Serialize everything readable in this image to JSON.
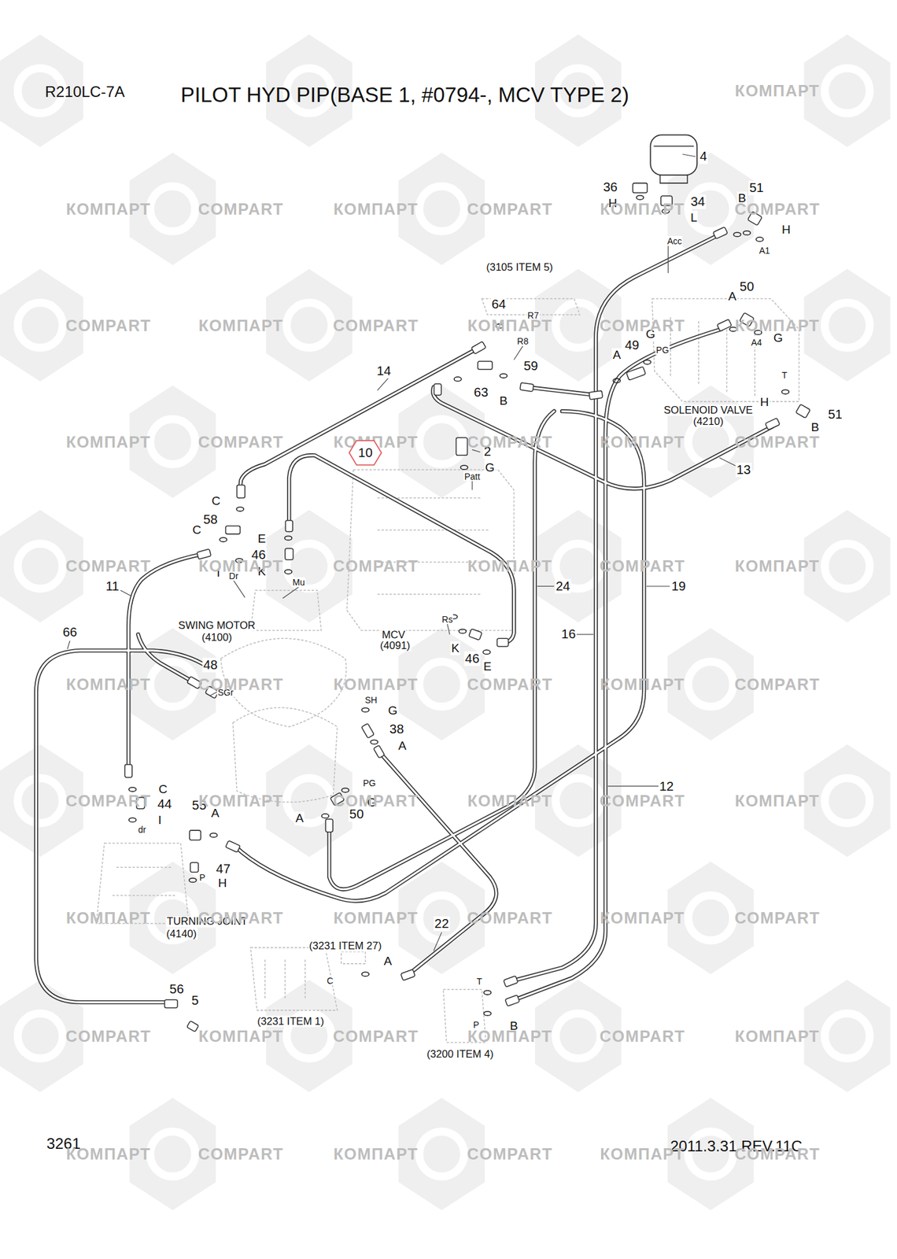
{
  "diagram": {
    "title": "PILOT HYD PIP(BASE 1, #0794-, MCV TYPE 2)",
    "nodes": [
      {
        "text": [
          "10"
        ]
      }
    ],
    "labels": [
      "R210LC-7A",
      "4",
      "36",
      "51",
      "34",
      "B",
      "H",
      "L",
      "H",
      "Acc",
      "A1",
      "(3105 ITEM 5)",
      "50",
      "A",
      "64",
      "R7",
      "G",
      "G",
      "R8",
      "A4",
      "49",
      "PG",
      "A",
      "59",
      "14",
      "T",
      "63",
      "B",
      "H",
      "SOLENOID VALVE",
      "51",
      "(4210)",
      "B",
      "2",
      "G",
      "13",
      "Patt",
      "C",
      "58",
      "C",
      "E",
      "46",
      "I",
      "K",
      "Dr",
      "Mu",
      "11",
      "24",
      "19",
      "Rs",
      "SWING MOTOR",
      "66",
      "16",
      "MCV",
      "(4100)",
      "(4091)",
      "K",
      "46",
      "48",
      "E",
      "SGr",
      "SH",
      "G",
      "38",
      "A",
      "PG",
      "12",
      "C",
      "G",
      "44",
      "55",
      "A",
      "50",
      "A",
      "I",
      "dr",
      "47",
      "P",
      "H",
      "TURNING JOINT",
      "22",
      "(4140)",
      "(3231 ITEM 27)",
      "A",
      "C",
      "T",
      "56",
      "5",
      "(3231 ITEM 1)",
      "P",
      "B",
      "(3200 ITEM 4)",
      "3261",
      "2011.3.31 REV.11C",
      "КОМПАРТ",
      "КОМПАРТ",
      "COMPART",
      "КОМПАРТ",
      "COMPART",
      "КОМПАРТ",
      "COMPART",
      "COMPART",
      "КОМПАРТ",
      "COMPART",
      "КОМПАРТ",
      "COMPART",
      "КОМПАРТ",
      "КОМПАРТ",
      "COMPART",
      "КОМПАРТ",
      "COMPART",
      "КОМПАРТ",
      "COMPART",
      "COMPART",
      "КОМПАРТ",
      "COMPART",
      "КОМПАРТ",
      "COMPART",
      "КОМПАРТ",
      "КОМПАРТ",
      "COMPART",
      "КОМПАРТ",
      "COMPART",
      "КОМПАРТ",
      "COMPART",
      "COMPART",
      "КОМПАРТ",
      "COMPART",
      "КОМПАРТ",
      "COMPART",
      "КОМПАРТ",
      "КОМПАРТ",
      "COMPART",
      "КОМПАРТ",
      "COMPART",
      "КОМПАРТ",
      "COMPART",
      "COMPART",
      "КОМПАРТ",
      "COMPART",
      "КОМПАРТ",
      "COMPART",
      "КОМПАРТ",
      "КОМПАРТ",
      "COMPART",
      "КОМПАРТ",
      "COMPART",
      "КОМПАРТ",
      "COMPART"
    ]
  }
}
